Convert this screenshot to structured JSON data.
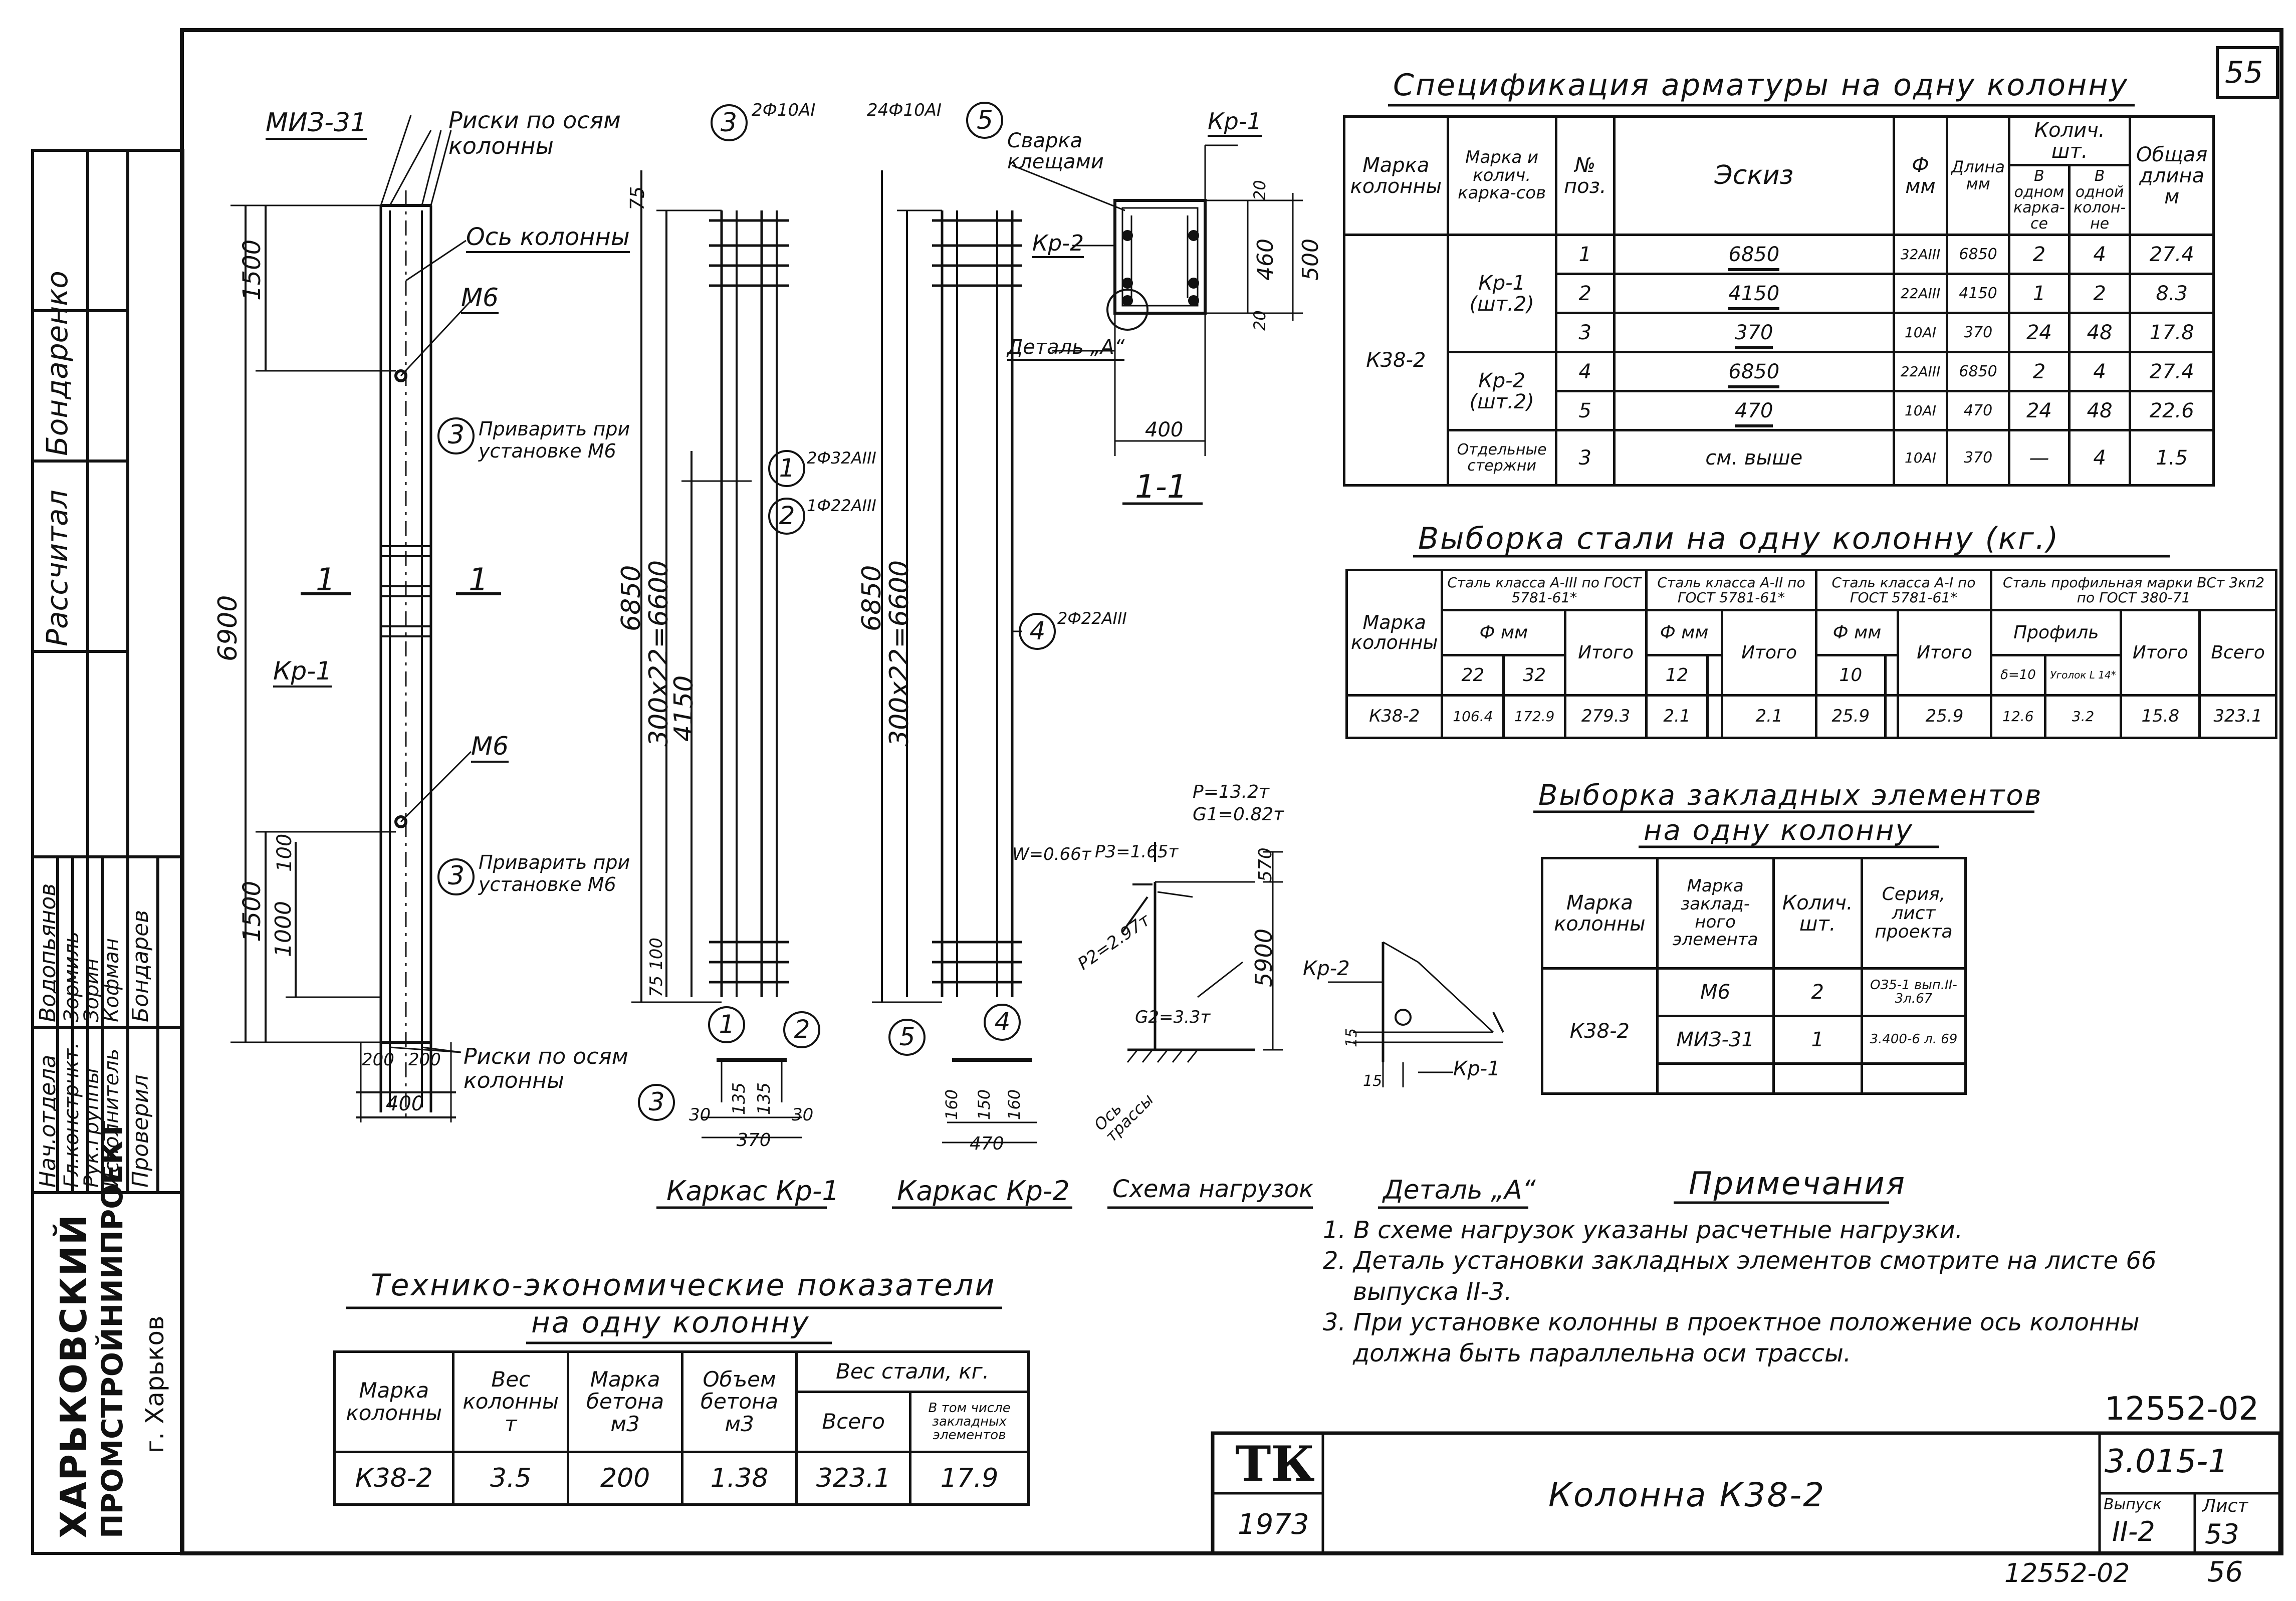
{
  "sheet_number_top": "55",
  "left_stamp": {
    "org": "ХАРЬКОВСКИЙ",
    "org2": "ПРОМСТРОЙНИИПРОЕКТ",
    "city": "г. Харьков",
    "roles": [
      "Нач.отдела",
      "Гл.констрчкт.",
      "Рук.группы",
      "Исполнитель",
      "Проверил"
    ],
    "names": [
      "Водопьянов",
      "Зормиль",
      "Зорин",
      "Кофман",
      "Бондарев"
    ],
    "vert_labels": [
      "Рассчитал",
      "Бондаренко"
    ]
  },
  "drawing": {
    "column_labels": {
      "miz": "МИЗ-31",
      "axes_top": "Риски по осям колонны",
      "axis": "Ось колонны",
      "m6_top": "М6",
      "note3_top": "Приварить при установке М6",
      "section": "1",
      "kr1": "Кр-1",
      "m6_bottom": "М6",
      "note3_bottom": "Приварить при установке М6",
      "axes_bottom": "Риски по осям колонны",
      "dim_1500_top": "1500",
      "dim_6900": "6900",
      "dim_1500_bot": "1500",
      "dim_1000": "1000",
      "dim_100": "100",
      "dim_200a": "200",
      "dim_200b": "200",
      "dim_400": "400",
      "callout": "3"
    },
    "kr1_labels": {
      "top_bars": "2Ф10АI",
      "callout3": "3",
      "dim_75": "75",
      "dim_6850": "6850",
      "dim_300x22": "300х22=6600",
      "dim_4150": "4150",
      "pos1": "1",
      "pos1_text": "2Ф32АIII",
      "pos2": "2",
      "pos2_text": "1Ф22АIII",
      "dim_bot": "75 100",
      "section_dims": [
        "30",
        "135",
        "135",
        "30"
      ],
      "section_total": "370",
      "caption": "Каркас Кр-1"
    },
    "kr2_labels": {
      "top_bars": "24Ф10АI",
      "callout5": "5",
      "dim_6850": "6850",
      "dim_300x22": "300х22=6600",
      "pos4": "4",
      "pos4_text": "2Ф22АIII",
      "section_dims": [
        "160",
        "150",
        "160"
      ],
      "section_total": "470",
      "caption": "Каркас Кр-2"
    },
    "section_11": {
      "kr1": "Кр-1",
      "weld": "Сварка клещами",
      "kr2": "Кр-2",
      "detail": "Деталь „А“",
      "dim_460": "460",
      "dim_500": "500",
      "dim_20a": "20",
      "dim_20b": "20",
      "dim_400": "400",
      "caption": "1-1"
    },
    "loads": {
      "p": "Р=13.2т",
      "g1": "G1=0.82т",
      "w": "W=0.66т",
      "p3": "Р3=1.65т",
      "p2": "Р2=2.97т",
      "g2": "G2=3.3т",
      "dim_570": "570",
      "dim_5900": "5900",
      "axis": "Ось трассы",
      "caption": "Схема нагрузок"
    },
    "detail_a": {
      "kr2": "Кр-2",
      "kr1": "Кр-1",
      "d15a": "15",
      "d15b": "15",
      "caption": "Деталь „А“"
    }
  },
  "spec": {
    "title": "Спецификация арматуры на одну колонну",
    "headers": [
      "Марка колонны",
      "Марка и колич. карка-сов",
      "№ поз.",
      "Эскиз",
      "Ф мм",
      "Длина мм",
      "Колич. шт.",
      "Общая длина м"
    ],
    "subheaders": [
      "В одном карка-се",
      "В одной колон-не"
    ],
    "column_mark": "К38-2",
    "groups": [
      "Кр-1 (шт.2)",
      "Кр-2 (шт.2)",
      "Отдельные стержни"
    ],
    "rows": [
      {
        "pos": "1",
        "sketch": "6850",
        "d": "32АIII",
        "len": "6850",
        "n1": "2",
        "n2": "4",
        "total": "27.4"
      },
      {
        "pos": "2",
        "sketch": "4150",
        "d": "22АIII",
        "len": "4150",
        "n1": "1",
        "n2": "2",
        "total": "8.3"
      },
      {
        "pos": "3",
        "sketch": "370",
        "d": "10АI",
        "len": "370",
        "n1": "24",
        "n2": "48",
        "total": "17.8"
      },
      {
        "pos": "4",
        "sketch": "6850",
        "d": "22АIII",
        "len": "6850",
        "n1": "2",
        "n2": "4",
        "total": "27.4"
      },
      {
        "pos": "5",
        "sketch": "470",
        "d": "10АI",
        "len": "470",
        "n1": "24",
        "n2": "48",
        "total": "22.6"
      },
      {
        "pos": "3",
        "sketch": "см. выше",
        "d": "10АI",
        "len": "370",
        "n1": "—",
        "n2": "4",
        "total": "1.5"
      }
    ]
  },
  "steel": {
    "title": "Выборка стали на одну колонну (кг.)",
    "col_mark": "Марка колонны",
    "groups": [
      "Сталь класса А-III по ГОСТ 5781-61*",
      "Сталь класса А-II по ГОСТ 5781-61*",
      "Сталь класса А-I по ГОСТ 5781-61*",
      "Сталь профильная марки ВСт 3кп2 по ГОСТ 380-71"
    ],
    "diam": "Ф мм",
    "profile": "Профиль",
    "itogo": "Итого",
    "vsego": "Всего",
    "sub": [
      "22",
      "32",
      "12",
      "10",
      "δ=10",
      "Уголок L 14*"
    ],
    "row": [
      "К38-2",
      "106.4",
      "172.9",
      "279.3",
      "2.1",
      "2.1",
      "25.9",
      "25.9",
      "12.6",
      "3.2",
      "15.8",
      "323.1"
    ]
  },
  "embedded": {
    "title1": "Выборка закладных элементов",
    "title2": "на одну колонну",
    "headers": [
      "Марка колонны",
      "Марка заклад-ного элемента",
      "Колич. шт.",
      "Серия, лист проекта"
    ],
    "mark": "К38-2",
    "rows": [
      {
        "el": "М6",
        "n": "2",
        "ref": "ОЗ5-1 вып.II-3л.67"
      },
      {
        "el": "МИЗ-31",
        "n": "1",
        "ref": "3.400-6 л. 69"
      }
    ]
  },
  "notes": {
    "title": "Примечания",
    "items": [
      "1. В схеме нагрузок указаны расчетные нагрузки.",
      "2. Деталь установки закладных элементов смотрите на листе 66",
      "выпуска II-3.",
      "3. При установке колонны в проектное положение ось колонны",
      "должна быть параллельна оси трассы."
    ]
  },
  "tep": {
    "title1": "Технико-экономические показатели",
    "title2": "на одну колонну",
    "headers": [
      "Марка колонны",
      "Вес колонны т",
      "Марка бетона м3",
      "Объем бетона м3",
      "Вес стали, кг."
    ],
    "sub": [
      "Всего",
      "В том числе закладных элементов"
    ],
    "row": [
      "К38-2",
      "3.5",
      "200",
      "1.38",
      "323.1",
      "17.9"
    ]
  },
  "title_block": {
    "code_top": "12552-02",
    "tk": "ТК",
    "year": "1973",
    "title": "Колонна К38-2",
    "series": "3.015-1",
    "issue_label": "Выпуск",
    "issue": "II-2",
    "sheet_label": "Лист",
    "sheet": "53",
    "code_bottom": "12552-02",
    "page_bottom": "56"
  }
}
